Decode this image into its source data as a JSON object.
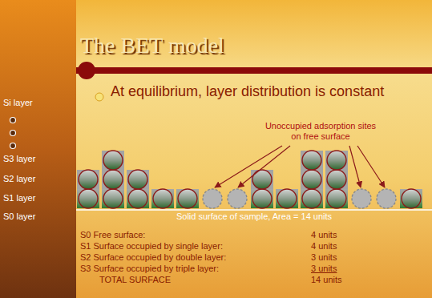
{
  "diagram": {
    "title": "The BET model",
    "labels": [
      "Si layer",
      "S3 layer",
      "S2 layer",
      "S1 layer",
      "S0 layer",
      "At equilibrium, layer distribution is constant",
      "Unoccupied adsorption sites on free surface",
      "Solid surface of sample, Area = 14 units",
      "S0 Free surface:",
      "4 units",
      "S1 Surface occupied by single layer:",
      "4 units",
      "S2 Surface occupied by double layer:",
      "3 units",
      "S3 Surface occupied by triple layer:",
      "3 units",
      "TOTAL SURFACE",
      "14 units"
    ]
  }
}
